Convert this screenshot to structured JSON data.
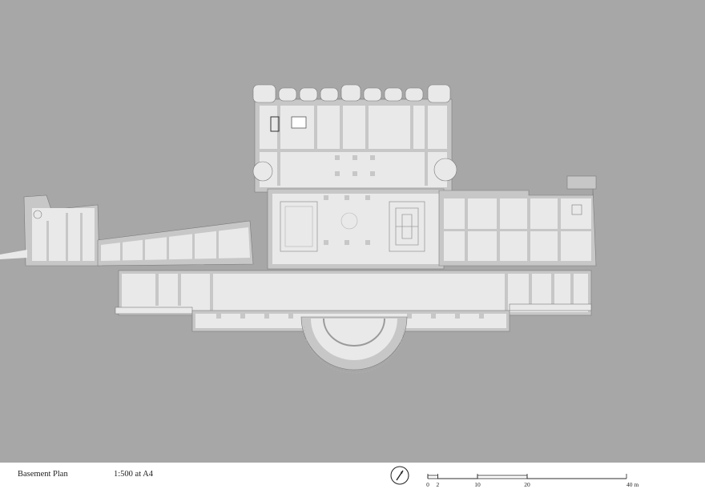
{
  "footer": {
    "title": "Basement Plan",
    "scale": "1:500 at A4"
  },
  "north_arrow": {
    "icon": "north-arrow-icon"
  },
  "scale_bar": {
    "ticks": [
      {
        "label": "0",
        "value": 0
      },
      {
        "label": "2",
        "value": 2
      },
      {
        "label": "10",
        "value": 10
      },
      {
        "label": "20",
        "value": 20
      },
      {
        "label": "40 m",
        "value": 40
      }
    ]
  },
  "colors": {
    "background": "#a7a7a7",
    "floor": "#e9e9e9",
    "wall": "#c7c7c7",
    "line": "#7a7a7a"
  }
}
